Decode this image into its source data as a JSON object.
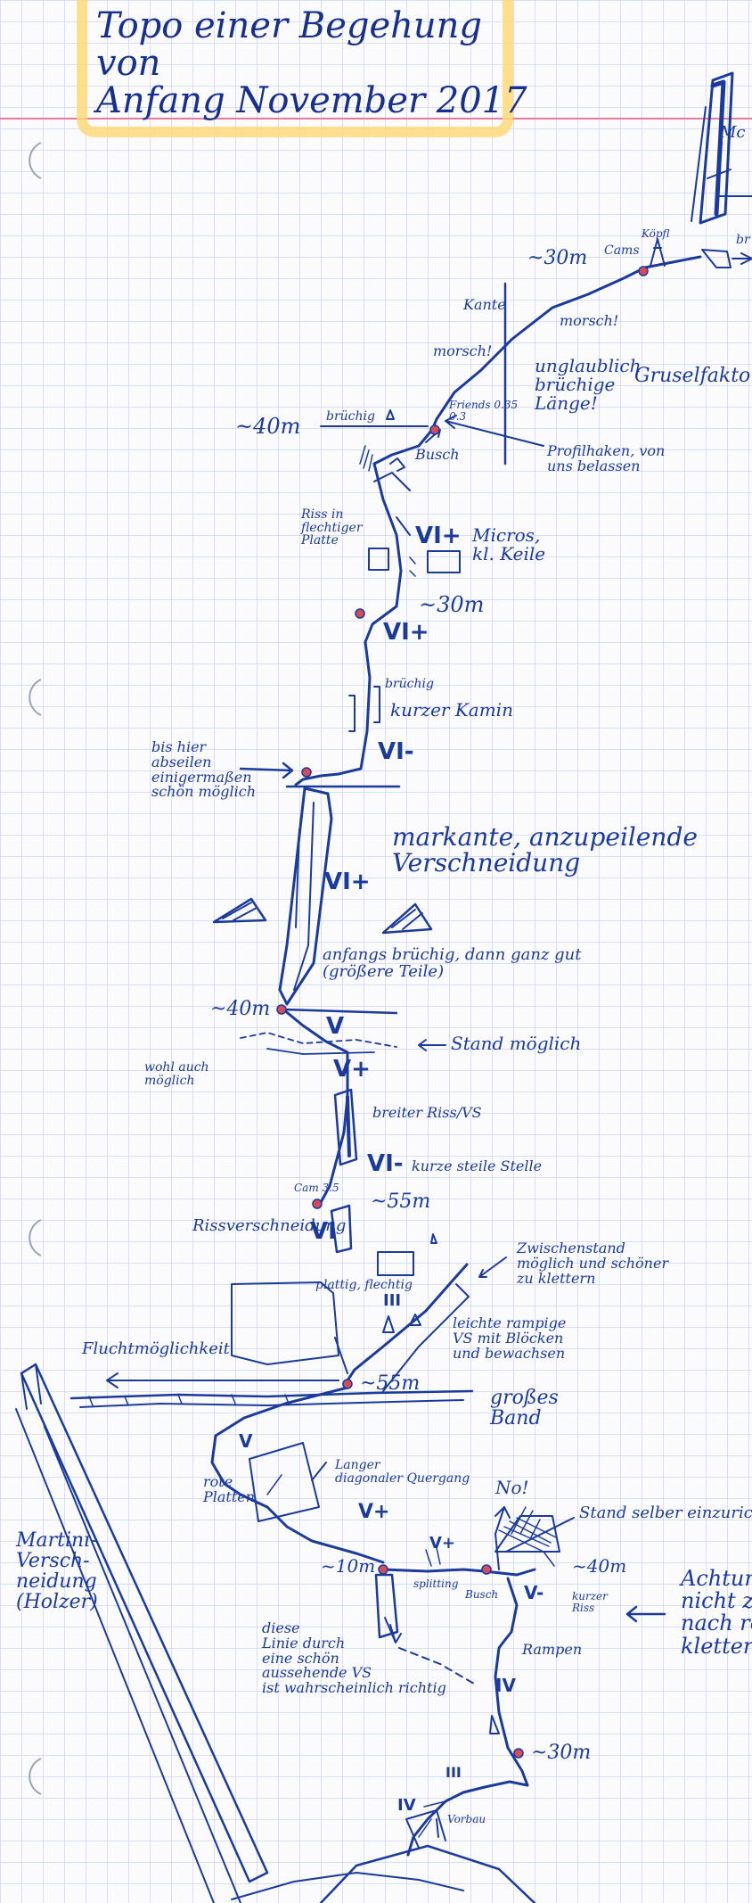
{
  "title": "Topo einer Begehung\nvon\nAnfang November 2017",
  "colors": {
    "ink": "#1b3b9c",
    "grid": "#b9c1ea",
    "margin": "#e37b9a",
    "highlight": "#ffd97a",
    "bolt": "#d64b5c"
  },
  "labels": {
    "gruselfaktor": "Gruselfaktor",
    "ma": "Mc",
    "kante": "Kante",
    "morsch1": "morsch!",
    "morsch2": "morsch!",
    "cams": "Cams",
    "koepfl": "Köpfl",
    "len30_top": "~30m",
    "br": "br",
    "ungl": "unglaublich\nbrüchige\nLänge!",
    "brueche": "brüchig",
    "len40_1": "~40m",
    "friends": "Friends 0.35\n0.3",
    "busch1": "Busch",
    "profilhaken": "Profilhaken, von\nuns belassen",
    "riss_in_platte": "Riss in\nflechtiger\nPlatte",
    "micros": "Micros,\nkl. Keile",
    "len30_2": "~30m",
    "bruechig2": "brüchig",
    "kamin": "kurzer Kamin",
    "abseilen": "bis hier\nabseilen\neinigermaßen\nschön möglich",
    "verschneidung": "markante, anzupeilende\nVerschneidung",
    "anfangs": "anfangs brüchig, dann ganz gut\n(größere Teile)",
    "len40_2": "~40m",
    "stand_moeglich": "Stand möglich",
    "wohl_auch": "wohl auch\nmöglich",
    "breiter_riss": "breiter Riss/VS",
    "steile_stelle": "kurze steile Stelle",
    "cam35": "Cam 3.5",
    "len55_1": "~55m",
    "rissverschneidung": "Rissverschneidung",
    "zwischenstand": "Zwischenstand\nmöglich und schöner\nzu klettern",
    "plattig": "plattig, flechtig",
    "leichte": "leichte rampige\nVS mit Blöcken\nund bewachsen",
    "flucht": "Fluchtmöglichkeit",
    "len55_2": "~55m",
    "grosses_band": "großes\nBand",
    "quergang": "Langer\ndiagonaler Quergang",
    "rote_platten": "rote\nPlatten",
    "no": "No!",
    "stand_selber": "Stand selber einzurichten",
    "martini": "Martini-\nVersch-\nneidung\n(Holzer)",
    "len10": "~10m",
    "splitting": "splitting",
    "busch2": "Busch",
    "len40_3": "~40m",
    "kurzer_riss": "kurzer\nRiss",
    "achtung": "Achtung\nnicht zu\nnach re\nklettern",
    "diese_linie": "diese\nLinie durch\neine schön\naussehende VS\nist wahrscheinlich richtig",
    "rampen": "Rampen",
    "len30_3": "~30m",
    "vorbau": "Vorbau"
  },
  "grades": {
    "g1": "VI+",
    "g2": "VI+",
    "g3": "VI-",
    "g4": "VI+",
    "g5": "V",
    "g6": "V+",
    "g7": "VI-",
    "g8": "VI",
    "g9": "III",
    "g10": "V",
    "g11": "V+",
    "g12": "V+",
    "g13": "V-",
    "g14": "IV",
    "g15": "III",
    "g16": "IV"
  }
}
